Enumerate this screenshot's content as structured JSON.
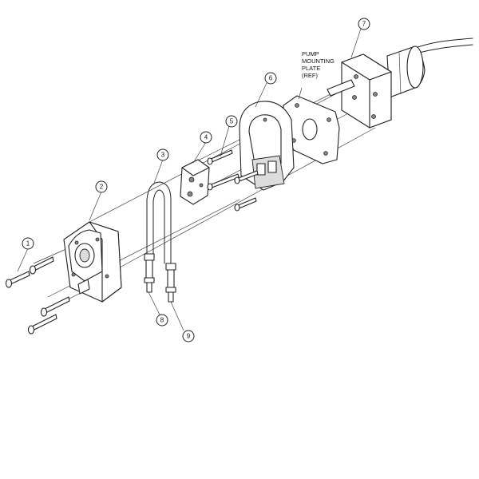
{
  "balloons": [
    {
      "id": "1",
      "label": "1"
    },
    {
      "id": "2",
      "label": "2"
    },
    {
      "id": "3",
      "label": "3"
    },
    {
      "id": "4",
      "label": "4"
    },
    {
      "id": "5",
      "label": "5"
    },
    {
      "id": "6",
      "label": "6"
    },
    {
      "id": "7",
      "label": "7"
    },
    {
      "id": "8",
      "label": "8"
    },
    {
      "id": "9",
      "label": "9"
    }
  ],
  "callout": {
    "line1": "PUMP",
    "line2": "MOUNTING",
    "line3": "PLATE",
    "line4": "(REF)"
  },
  "colors": {
    "ink": "#222222",
    "background": "#ffffff",
    "shade": "#dcdcdc"
  }
}
